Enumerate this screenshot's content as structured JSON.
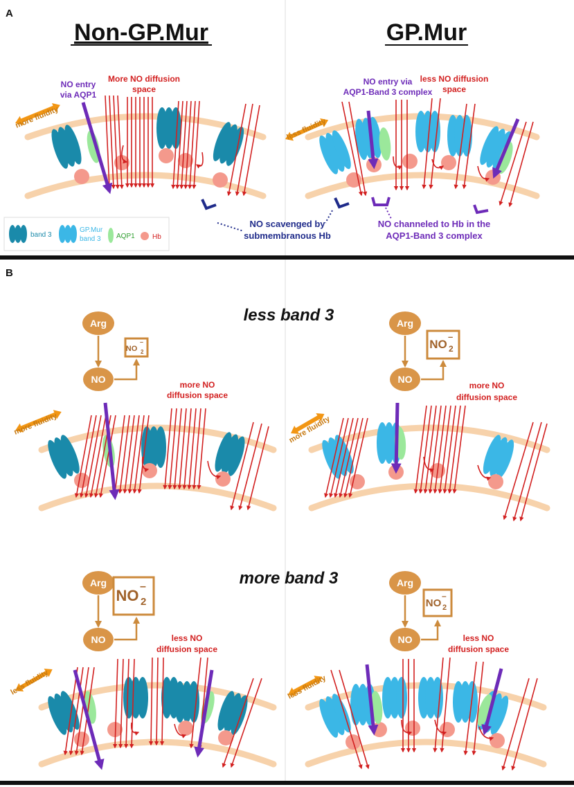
{
  "panel_a": {
    "label": "A",
    "title_left": "Non-GP.Mur",
    "title_right": "GP.Mur",
    "left": {
      "fluidity": "more fluidity",
      "entry_line1": "NO entry",
      "entry_line2": "via AQP1",
      "diffusion_line1": "More NO diffusion",
      "diffusion_line2": "space"
    },
    "right": {
      "fluidity": "less fluidity",
      "entry_line1": "NO entry via",
      "entry_line2": "AQP1-Band 3 complex",
      "diffusion_line1": "less NO diffusion",
      "diffusion_line2": "space"
    },
    "scavenged_line1": "NO scavenged by",
    "scavenged_line2": "submembranous Hb",
    "channeled_line1": "NO channeled to Hb in the",
    "channeled_line2": "AQP1-Band 3 complex",
    "legend": {
      "band3": "band 3",
      "gpmur_line1": "GP.Mur",
      "gpmur_line2": "band 3",
      "aqp1": "AQP1",
      "hb": "Hb"
    }
  },
  "panel_b": {
    "label": "B",
    "rows": [
      {
        "heading": "less band 3",
        "left": {
          "arg": "Arg",
          "no": "NO",
          "nitrite": "NO",
          "diffusion_line1": "more NO",
          "diffusion_line2": "diffusion space",
          "fluidity": "more fluidity"
        },
        "right": {
          "arg": "Arg",
          "no": "NO",
          "nitrite": "NO",
          "diffusion_line1": "more NO",
          "diffusion_line2": "diffusion space",
          "fluidity": "more fluidity"
        }
      },
      {
        "heading": "more band 3",
        "left": {
          "arg": "Arg",
          "no": "NO",
          "nitrite": "NO",
          "diffusion_line1": "less NO",
          "diffusion_line2": "diffusion space",
          "fluidity": "less fluidity"
        },
        "right": {
          "arg": "Arg",
          "no": "NO",
          "nitrite": "NO",
          "diffusion_line1": "less NO",
          "diffusion_line2": "diffusion space",
          "fluidity": "less fluidity"
        }
      }
    ]
  },
  "colors": {
    "band3": "#1a8aaa",
    "gpmur_band3": "#3bb7e6",
    "aqp1": "#9be89b",
    "hb": "#f4998c",
    "membrane": "#f7d2ab",
    "no_arrow": "#d22020",
    "aqp1_arrow": "#6d2bb8",
    "scavenged_text": "#1f2b8a",
    "channeled_text": "#6d2bb8",
    "fluidity_arrow": "#f29614",
    "pathway": "#cc8a3c",
    "arg_node": "#d99548",
    "divider": "#111111"
  }
}
